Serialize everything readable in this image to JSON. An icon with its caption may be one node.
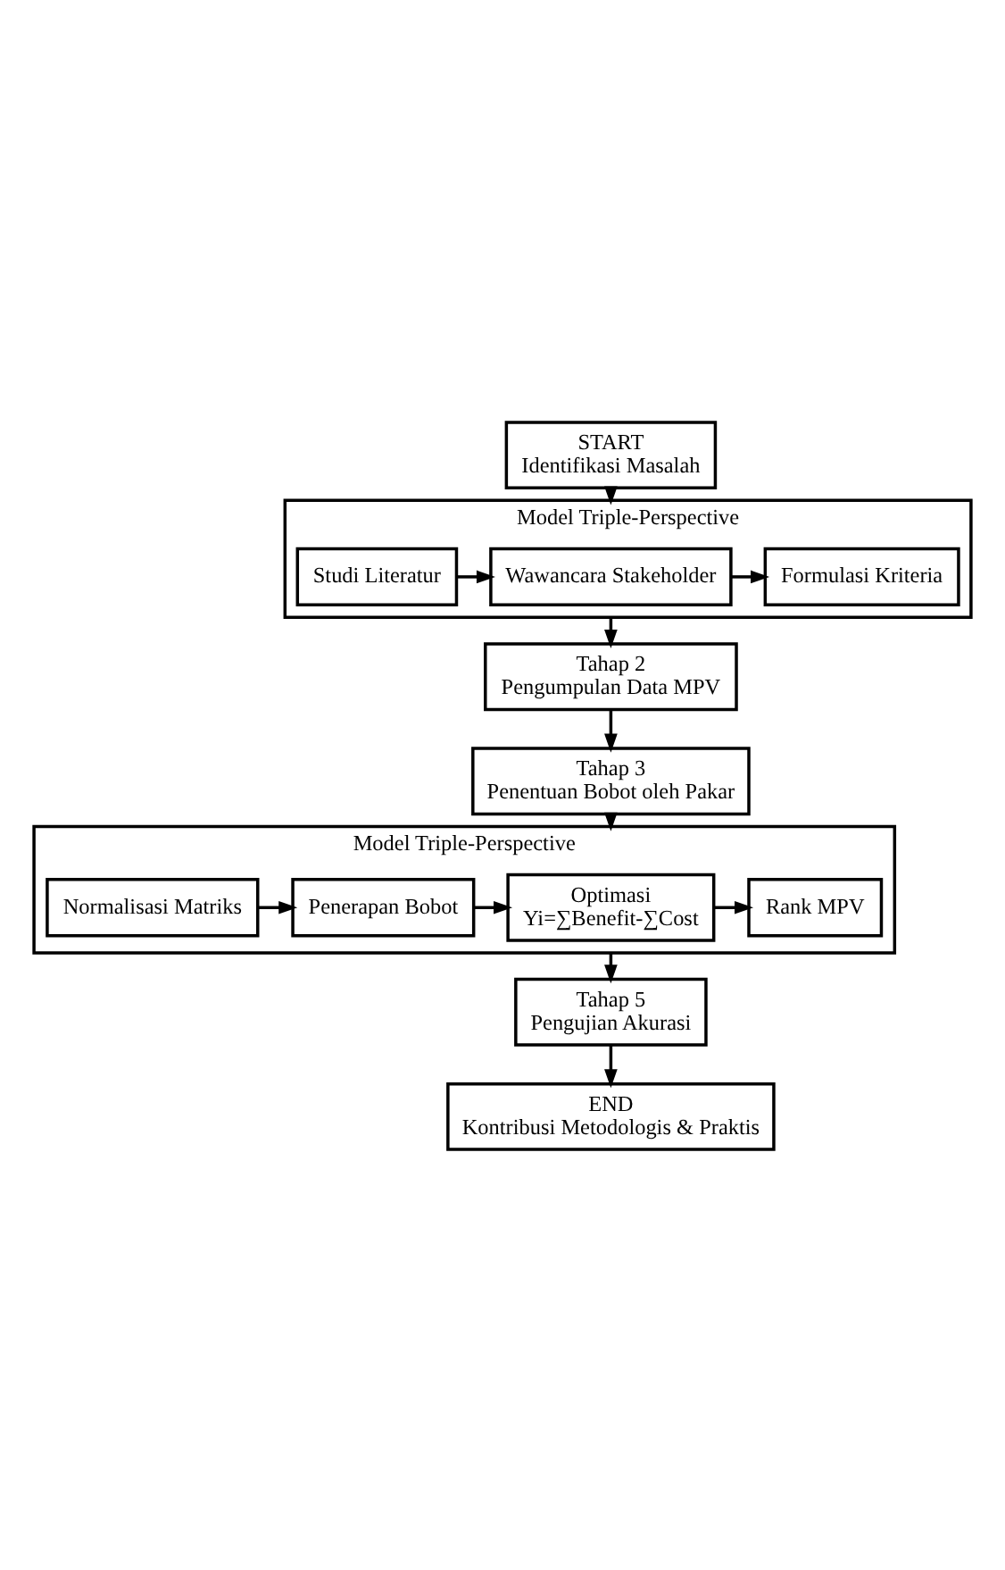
{
  "diagram": {
    "nodes": [
      {
        "text": [
          "START",
          "Identifikasi Masalah"
        ]
      },
      {
        "text": [
          "Model Triple-Perspective"
        ]
      },
      {
        "text": [
          "Studi Literatur"
        ],
        "in": 1
      },
      {
        "text": [
          "Wawancara Stakeholder"
        ],
        "in": 1
      },
      {
        "text": [
          "Formulasi Kriteria"
        ],
        "in": 1
      },
      {
        "text": [
          "Tahap 2",
          "Pengumpulan Data MPV"
        ]
      },
      {
        "text": [
          "Tahap 3",
          "Penentuan Bobot oleh Pakar"
        ]
      },
      {
        "text": [
          "Model Triple-Perspective"
        ]
      },
      {
        "text": [
          "Normalisasi Matriks"
        ],
        "in": 7
      },
      {
        "text": [
          "Penerapan Bobot"
        ],
        "in": 7
      },
      {
        "text": [
          "Optimasi",
          "Yi=∑Benefit-∑Cost"
        ],
        "in": 7
      },
      {
        "text": [
          "Rank MPV"
        ],
        "in": 7
      },
      {
        "text": [
          "Tahap 5",
          "Pengujian Akurasi"
        ]
      },
      {
        "text": [
          "END",
          "Kontribusi Metodologis & Praktis"
        ]
      }
    ],
    "edges": [
      {
        "from": 0,
        "to": 1,
        "arrow": "to"
      },
      {
        "from": 2,
        "to": 3,
        "arrow": "to"
      },
      {
        "from": 3,
        "to": 4,
        "arrow": "to"
      },
      {
        "from": 1,
        "to": 5,
        "arrow": "to"
      },
      {
        "from": 5,
        "to": 6,
        "arrow": "to"
      },
      {
        "from": 6,
        "to": 7,
        "arrow": "to"
      },
      {
        "from": 8,
        "to": 9,
        "arrow": "to"
      },
      {
        "from": 9,
        "to": 10,
        "arrow": "to"
      },
      {
        "from": 10,
        "to": 11,
        "arrow": "to"
      },
      {
        "from": 7,
        "to": 12,
        "arrow": "to"
      },
      {
        "from": 12,
        "to": 13,
        "arrow": "to"
      }
    ]
  }
}
